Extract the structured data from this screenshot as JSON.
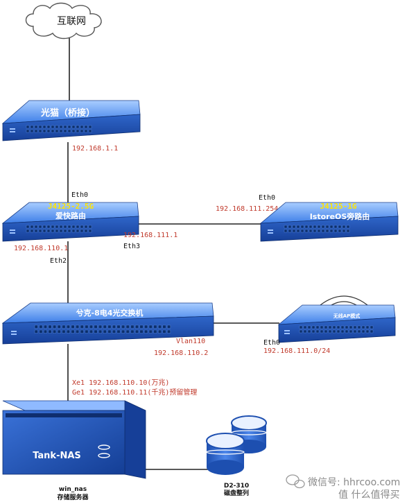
{
  "internet": {
    "label": "互联网"
  },
  "modem": {
    "title": "光猫（桥接）",
    "ip": "192.168.1.1"
  },
  "router_main": {
    "model": "J4125-2.5G",
    "name": "爱快路由",
    "eth0": "Eth0",
    "eth2": "Eth2",
    "eth3": "Eth3",
    "ip_lan": "192.168.110.1",
    "ip_side": "192.168.111.1"
  },
  "router_side": {
    "model": "J4125-1G",
    "name": "IstoreOS旁路由",
    "eth0": "Eth0",
    "ip": "192.168.111.254"
  },
  "switch": {
    "name": "兮克-8电4光交换机",
    "vlan": "Vlan110",
    "ip": "192.168.110.2"
  },
  "ap": {
    "name": "无线AP模式",
    "eth0": "Eth0",
    "ip": "192.168.111.0/24"
  },
  "nas": {
    "name": "Tank-NAS",
    "line1": "Xe1  192.168.110.10(万兆)",
    "line2": "Ge1  192.168.110.11(千兆)预留管理",
    "caption1": "win_nas",
    "caption2": "存储服务器"
  },
  "disk": {
    "caption1": "D2-310",
    "caption2": "磁盘整列"
  },
  "watermark": {
    "text": "微信号: hhrcoo.com",
    "text2": "值 什么值得买"
  },
  "colors": {
    "device_face": "#1c4fb0",
    "device_top": "#7fb2ff",
    "device_front": "#143f92",
    "port": "#0b2e6b",
    "text_red": "#c0392b",
    "link": "#222222"
  }
}
